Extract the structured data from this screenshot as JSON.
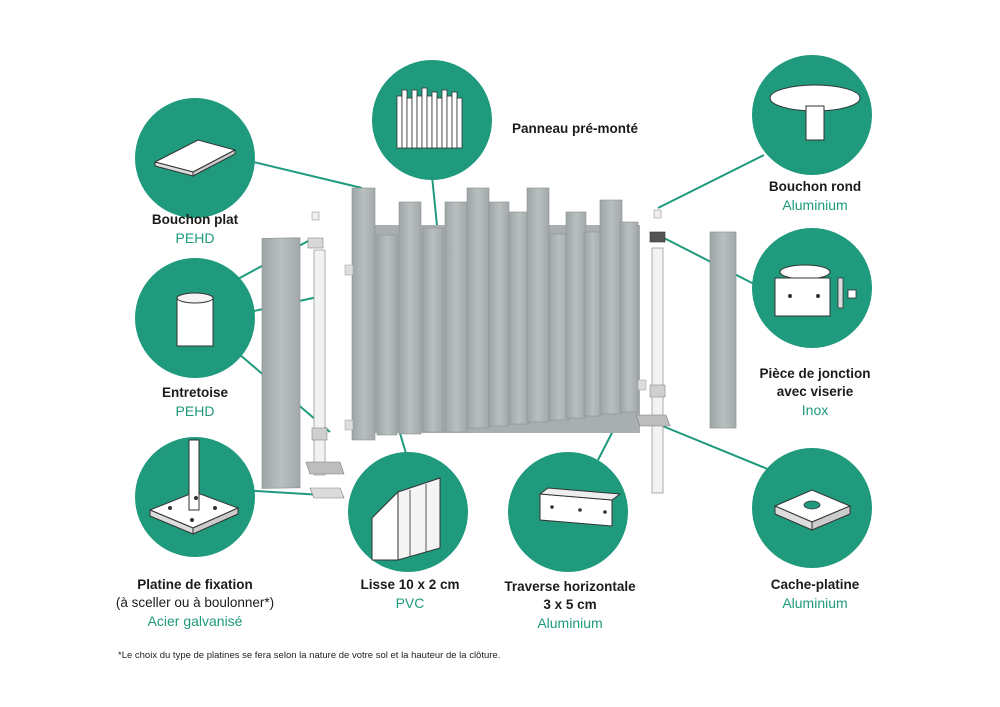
{
  "colors": {
    "accent": "#1d9a7c",
    "circle": "#1f9a7d",
    "wood": "#aeb4b4",
    "text": "#1b1b1b"
  },
  "components": {
    "panneau": {
      "title": "Panneau pré-monté"
    },
    "bouchon_plat": {
      "title": "Bouchon plat",
      "material": "PEHD"
    },
    "entretoise": {
      "title": "Entretoise",
      "material": "PEHD"
    },
    "platine": {
      "title": "Platine de fixation",
      "subtitle": "(à sceller ou à boulonner*)",
      "material": "Acier galvanisé"
    },
    "lisse": {
      "title": "Lisse 10 x 2 cm",
      "material": "PVC"
    },
    "traverse": {
      "title_line1": "Traverse horizontale",
      "title_line2": "3 x 5 cm",
      "material": "Aluminium"
    },
    "bouchon_rond": {
      "title": "Bouchon rond",
      "material": "Aluminium"
    },
    "jonction": {
      "title_line1": "Pièce de jonction",
      "title_line2": "avec viserie",
      "material": "Inox"
    },
    "cache_platine": {
      "title": "Cache-platine",
      "material": "Aluminium"
    }
  },
  "footnote": "*Le choix du type de platines se fera selon la nature de votre sol et la hauteur de la clôture."
}
